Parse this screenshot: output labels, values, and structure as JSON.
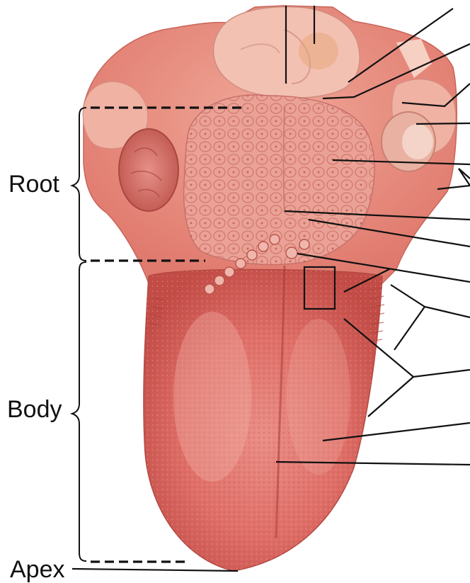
{
  "labels": {
    "root": "Root",
    "body": "Body",
    "apex": "Apex"
  },
  "colors": {
    "tongue_base": "#d9615e",
    "tongue_light": "#ec9a8e",
    "tongue_dark": "#b8403d",
    "root_tissue": "#e58c7f",
    "tonsil": "#d2706a",
    "cartilage": "#f4c9b9",
    "line": "#111111",
    "background": "#ffffff"
  }
}
